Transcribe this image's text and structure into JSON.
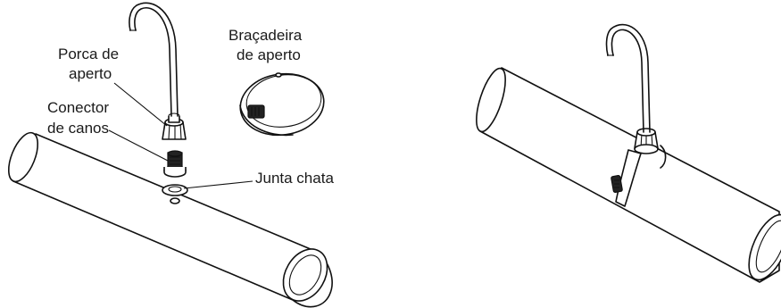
{
  "labels": {
    "nut_line1": "Porca de",
    "nut_line2": "aperto",
    "clamp_line1": "Braçadeira",
    "clamp_line2": "de aperto",
    "connector_line1": "Conector",
    "connector_line2": "de canos",
    "washer": "Junta chata"
  }
}
